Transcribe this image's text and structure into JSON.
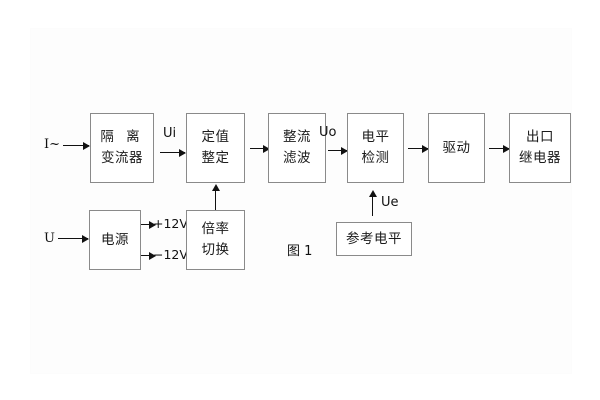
{
  "figure": {
    "caption": "图 1",
    "background_color": "#ffffff",
    "line_color": "#111111",
    "box_border_color": "#8a8a8a"
  },
  "inputs": {
    "current": "I~",
    "voltage": "U"
  },
  "blocks": {
    "isolation_ct": {
      "line1": "隔 离",
      "line2": "变流器"
    },
    "setting": {
      "line1": "定值",
      "line2": "整定"
    },
    "rectifier_filter": {
      "line1": "整流",
      "line2": "滤波"
    },
    "level_detect": {
      "line1": "电平",
      "line2": "检测"
    },
    "driver": {
      "line1": "驱动"
    },
    "output_relay": {
      "line1": "出口",
      "line2": "继电器"
    },
    "power_supply": {
      "line1": "电源"
    },
    "multiplier_switch": {
      "line1": "倍率",
      "line2": "切换"
    },
    "reference_level": {
      "line1": "参考电平"
    }
  },
  "signals": {
    "ui": "Ui",
    "uo": "Uo",
    "ue": "Ue",
    "pos12v": "+12V",
    "neg12v": "−12V"
  }
}
